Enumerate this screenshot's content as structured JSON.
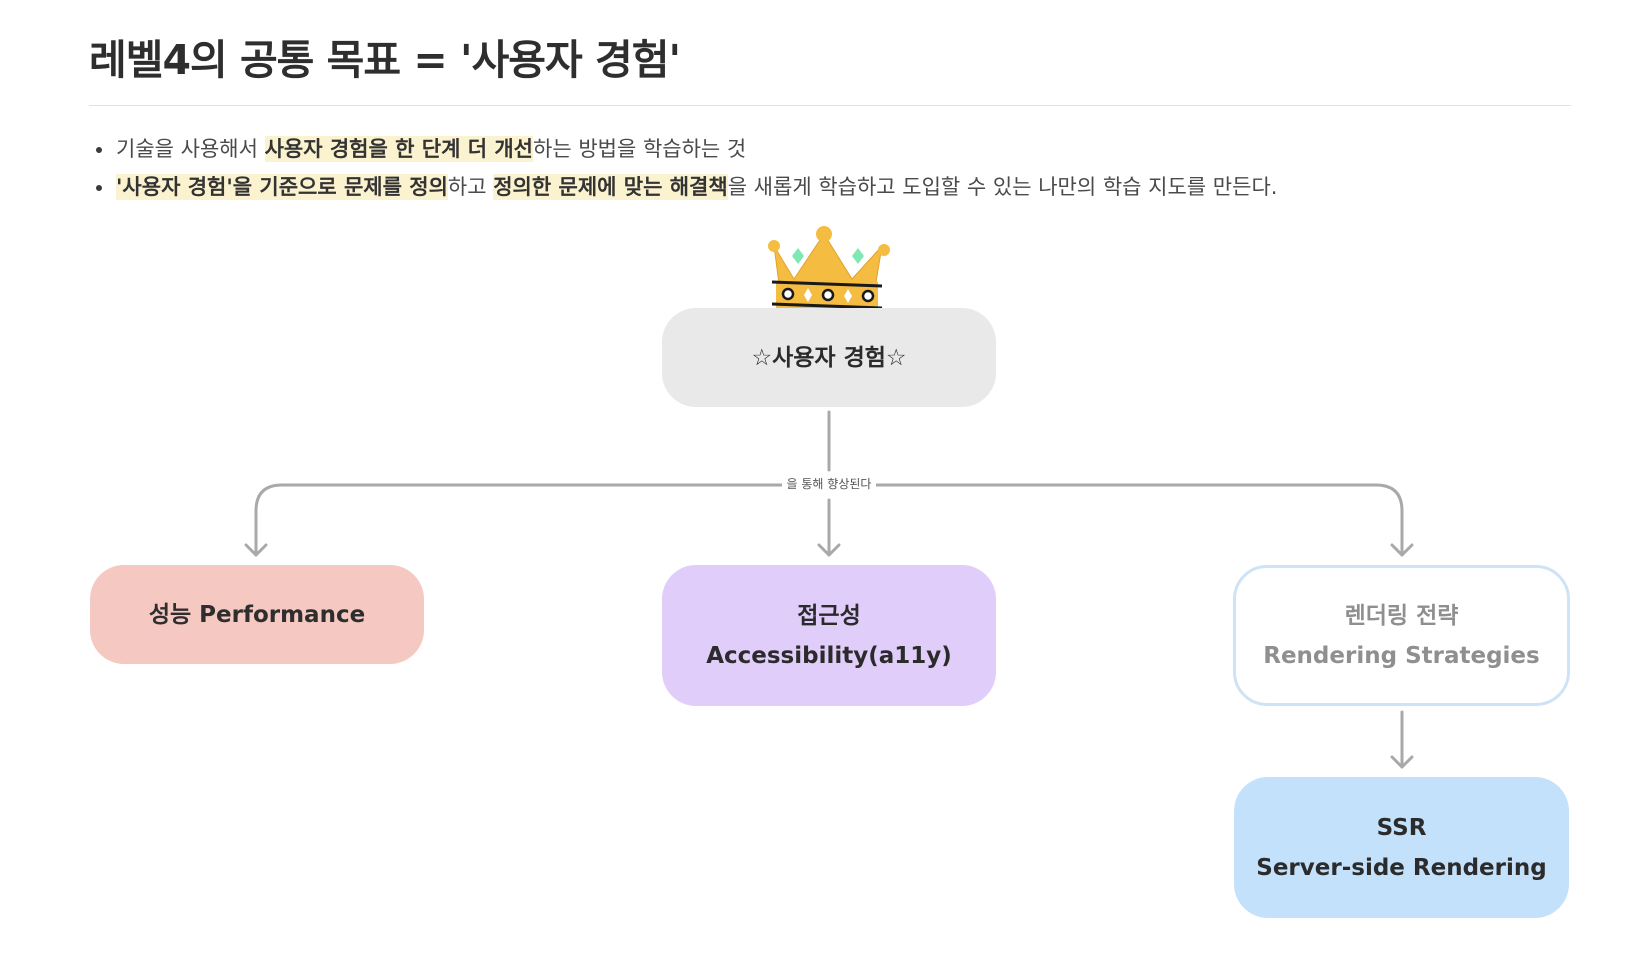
{
  "title": "레벨4의 공통 목표 = '사용자 경험'",
  "bullets": [
    {
      "parts": [
        {
          "text": "기술을 사용해서 ",
          "highlight": false
        },
        {
          "text": "사용자 경험을 한 단계 더 개선",
          "highlight": true
        },
        {
          "text": "하는 방법을 학습하는 것",
          "highlight": false
        }
      ]
    },
    {
      "parts": [
        {
          "text": "'사용자 경험'을 기준으로 문제를 정의",
          "highlight": true
        },
        {
          "text": "하고 ",
          "highlight": false
        },
        {
          "text": "정의한 문제에 맞는 해결책",
          "highlight": true
        },
        {
          "text": "을 새롭게 학습하고 도입할 수 있는 나만의 학습 지도를 만든다.",
          "highlight": false
        }
      ]
    }
  ],
  "diagram": {
    "root": {
      "label": "☆사용자 경험☆"
    },
    "edge_label": "을 통해 향상된다",
    "nodes": {
      "performance": {
        "lines": [
          "성능 Performance"
        ]
      },
      "accessibility": {
        "lines": [
          "접근성",
          "Accessibility(a11y)"
        ]
      },
      "rendering": {
        "lines": [
          "렌더링 전략",
          "Rendering Strategies"
        ]
      },
      "ssr": {
        "lines": [
          "SSR",
          "Server-side Rendering"
        ]
      }
    }
  },
  "colors": {
    "highlight": "#fbf3d0",
    "root_fill": "#e9e9e9",
    "performance_fill": "#f5c8c2",
    "accessibility_fill": "#e0cdfa",
    "rendering_border": "#cfe3f6",
    "ssr_fill": "#c4e1fb",
    "connector": "#a9a9a9",
    "crown": "#f4bd42"
  },
  "icons": {
    "crown": "crown-icon"
  }
}
